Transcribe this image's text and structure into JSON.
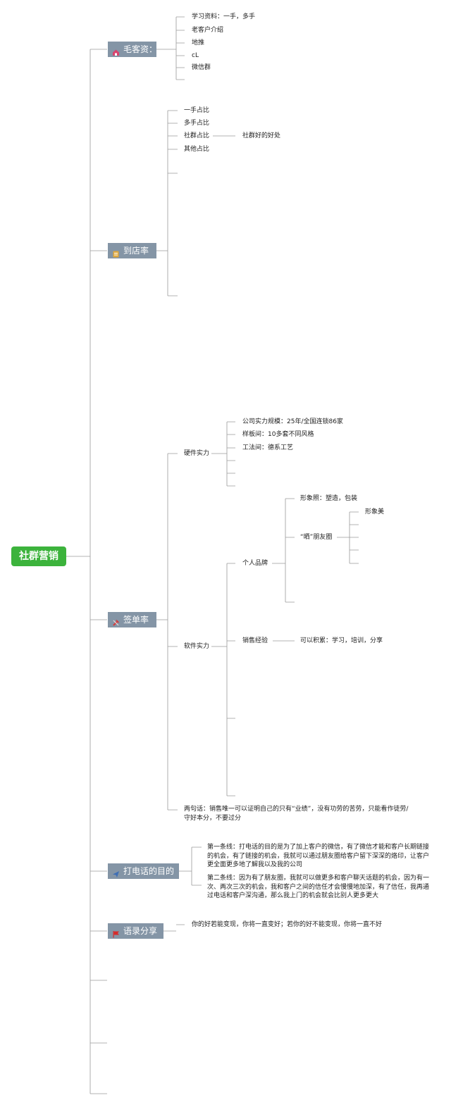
{
  "root": {
    "label": "社群营销"
  },
  "branches": {
    "mao": {
      "label": "毛客资：",
      "icon": "home-icon",
      "color": "#d8436e",
      "items": [
        "学习资料：一手，多手",
        "老客户介绍",
        "地推",
        "cL",
        "微信群"
      ]
    },
    "daodian": {
      "label": "到店率",
      "icon": "clipboard-icon",
      "color": "#e0a83c",
      "items": [
        "一手占比",
        "多手占比",
        "社群占比",
        "其他占比"
      ],
      "sub": "社群好的好处"
    },
    "qiandan": {
      "label": "签单率",
      "icon": "tools-icon",
      "color": "#d63a3a",
      "hard": {
        "label": "硬件实力",
        "items": [
          "公司实力规模：25年/全国连锁86家",
          "样板间：10多套不同风格",
          "工法间：德系工艺"
        ]
      },
      "soft": {
        "label": "软件实力",
        "brand": {
          "label": "个人品牌",
          "photo": "形象照：塑造，包装",
          "moments": "“晒”朋友圈",
          "beauty": "形象美"
        },
        "exp": {
          "label": "销售经验",
          "detail": "可以积累：学习，培训，分享"
        }
      },
      "quote": [
        "两句话：销售唯一可以证明自己的只有“业绩”，没有功劳的苦劳，只能看作徒劳/",
        "守好本分，不要过分"
      ]
    },
    "call": {
      "label": "打电话的目的",
      "icon": "send-icon",
      "color": "#3f6fb5",
      "p1": [
        "第一条线：打电话的目的是为了加上客户的微信，有了微信才能和客户长期链接",
        "的机会，有了链接的机会，我就可以通过朋友圈给客户留下深深的烙印，让客户",
        "更全面更多地了解我以及我的公司"
      ],
      "p2": [
        "第二条线：因为有了朋友圈，我就可以做更多和客户聊天话题的机会，因为有一",
        "次、两次三次的机会，我和客户之间的信任才会慢慢地加深，有了信任，我再通",
        "过电话和客户深沟通，那么我上门的机会就会比别人更多更大"
      ]
    },
    "quote": {
      "label": "语录分享",
      "icon": "flag-icon",
      "color": "#d62b2b",
      "text": "你的好若能变现，你将一直变好；若你的好不能变现，你将一直不好"
    }
  }
}
